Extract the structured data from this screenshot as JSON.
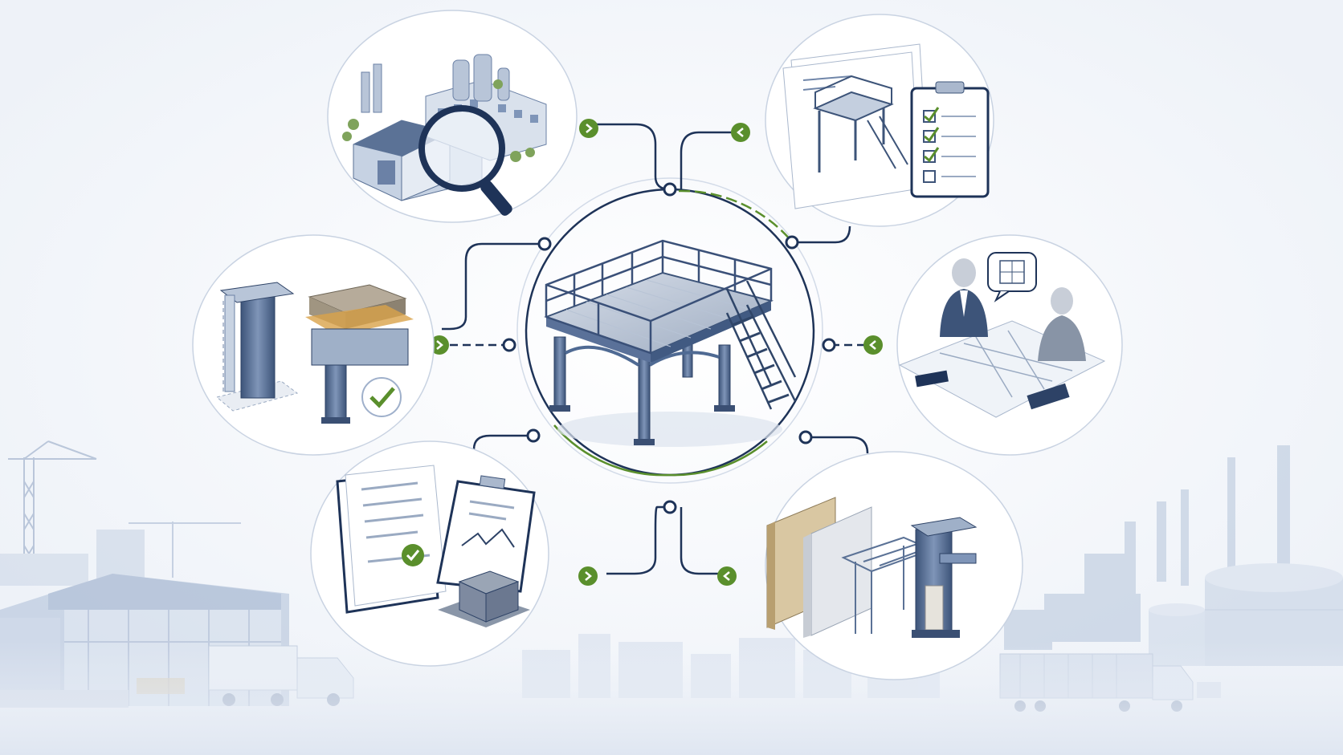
{
  "palette": {
    "background": "#f7f9fc",
    "navy": "#1e3358",
    "steel": "#4f6a93",
    "steel_light": "#9fb1cc",
    "green": "#5a8f2c",
    "circle_stroke": "#c9d3e2",
    "haze": "#dfe7f2"
  },
  "center_hub": {
    "icon": "steel-mezzanine-platform-with-staircase-icon"
  },
  "stages": [
    {
      "id": "site-survey",
      "icon": "factory-with-magnifying-glass-icon",
      "arrow": "chevron-right"
    },
    {
      "id": "design-checklist",
      "icon": "platform-blueprint-with-checklist-icon",
      "arrow": "chevron-left"
    },
    {
      "id": "structural-check",
      "icon": "steel-column-and-beam-with-checkmark-icon",
      "arrow": "chevron-right"
    },
    {
      "id": "engineering-review",
      "icon": "engineers-reviewing-drawings-icon",
      "arrow": "chevron-left"
    },
    {
      "id": "certification",
      "icon": "certificates-and-test-report-icon",
      "arrow": "chevron-right"
    },
    {
      "id": "material-layers",
      "icon": "wall-panel-and-steel-section-layers-icon",
      "arrow": "chevron-left"
    }
  ],
  "background_scene": {
    "left": "construction-cranes-and-warehouse-with-truck",
    "right": "refinery-tanks-and-container-truck"
  }
}
